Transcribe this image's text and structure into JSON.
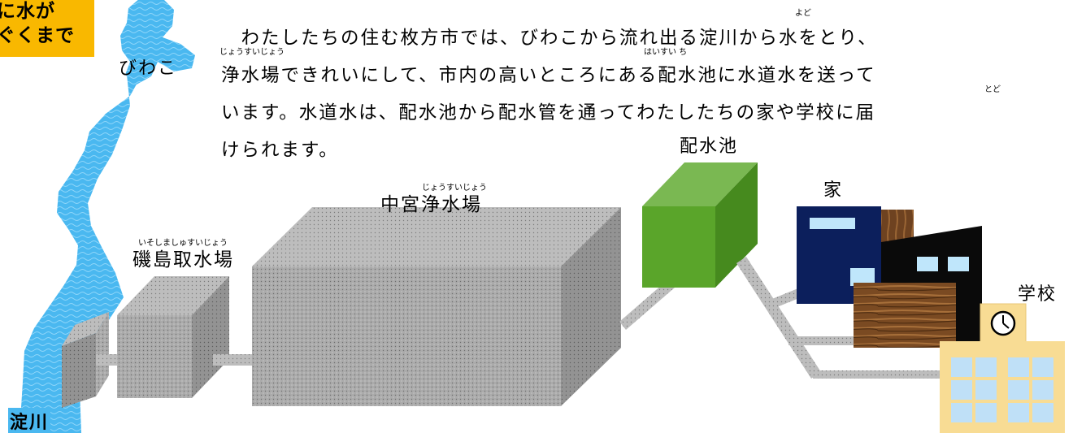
{
  "title": {
    "line1": "に水が",
    "line2": "ぐくまで"
  },
  "paragraph": {
    "line1": "　わたしたちの住む枚方市では、びわこから流れ出る淀川から水をとり、",
    "line2": "浄水場できれいにして、市内の高いところにある配水池に水道水を送って",
    "line3": "います。水道水は、配水池から配水管を通ってわたしたちの家や学校に届",
    "line4": "けられます。"
  },
  "ruby": {
    "yodo": "よど",
    "jousuijou": "じょうすいじょう",
    "haisuichi": "はいすい ち",
    "todo": "とど",
    "isoshima": "いそしましゅすいじょう",
    "nakamiya": "じょうすいじょう"
  },
  "labels": {
    "biwako": "びわこ",
    "yodogawa": "淀川",
    "isoshima": "磯島取水場",
    "nakamiya": "中宮浄水場",
    "haisuichi": "配水池",
    "house": "家",
    "school": "学校"
  },
  "colors": {
    "title_bg": "#f9b800",
    "river": "#4ab8f0",
    "facility_gray": "#a9a9a9",
    "reservoir_green": "#5aa52a",
    "house_navy": "#0c1f5c",
    "house_black": "#0a0a0a",
    "wood": "#7a4a22",
    "school_yellow": "#f8dc94",
    "window_blue": "#bfe0f7"
  }
}
